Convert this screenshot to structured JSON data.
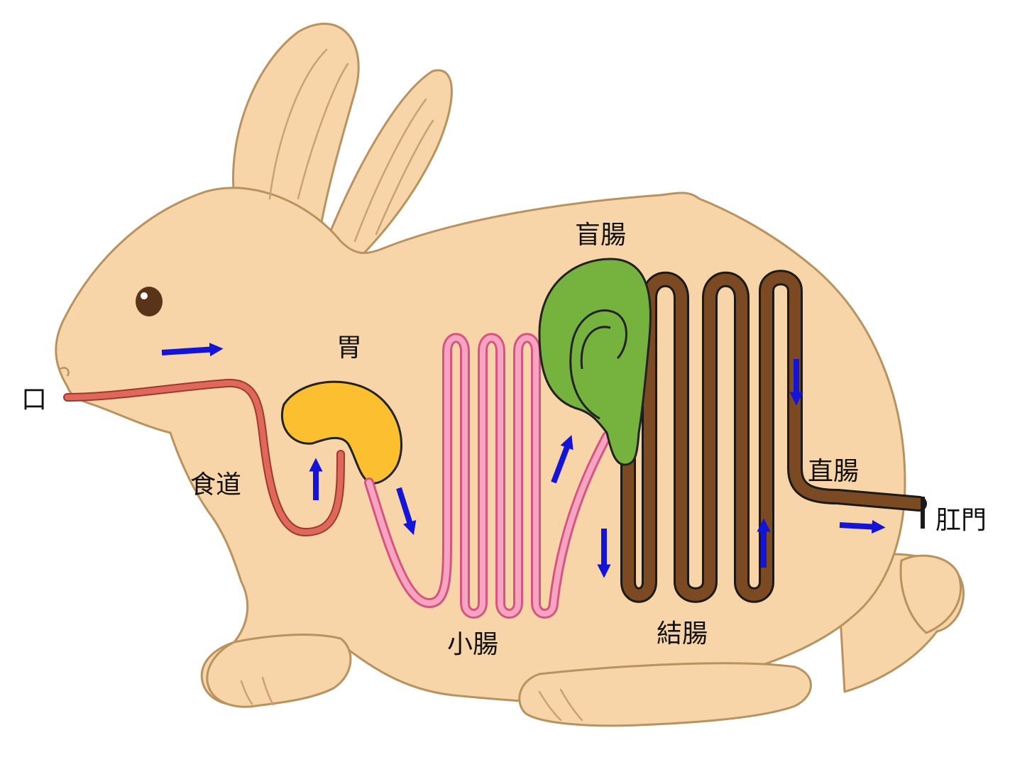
{
  "labels": {
    "mouth": "口",
    "esophagus": "食道",
    "stomach": "胃",
    "small_intestine": "小腸",
    "cecum": "盲腸",
    "colon": "結腸",
    "rectum": "直腸",
    "anus": "肛門"
  },
  "colors": {
    "body_fill": "#f8d5a8",
    "body_stroke": "#b8935f",
    "esophagus": "#e0685a",
    "stomach": "#fbbf30",
    "small_intestine": "#f17ea5",
    "cecum": "#76b33e",
    "colon": "#7c4a22",
    "arrow": "#1414d8",
    "eye": "#5a3418"
  },
  "icons": {
    "flow_arrow": "arrow-icon",
    "eye": "eye-icon"
  }
}
